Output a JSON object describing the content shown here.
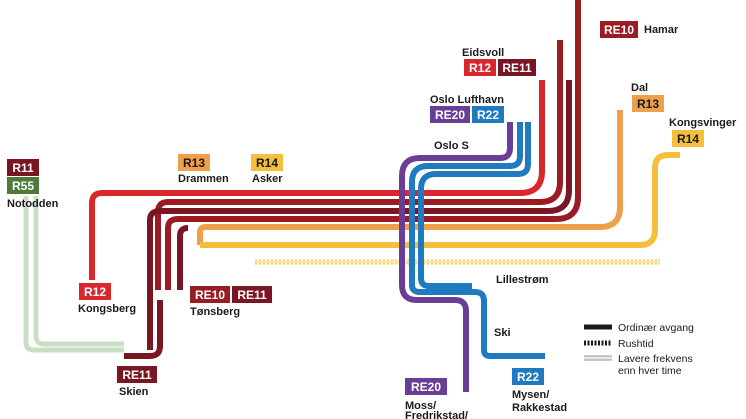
{
  "colors": {
    "r11": "#7a1523",
    "re11": "#7a1523",
    "re10": "#9b1b22",
    "r12": "#d9272e",
    "r13": "#ee9f4a",
    "r14": "#f4bf3a",
    "re20": "#6a3d96",
    "r22": "#1f7ac0",
    "r55": "#4e7a3a",
    "low": "#c9dfc4",
    "dots": "#1a1a1a",
    "background": "#ffffff"
  },
  "places": {
    "hamar": "Hamar",
    "eidsvoll": "Eidsvoll",
    "oslo_lufthavn": "Oslo Lufthavn",
    "dal": "Dal",
    "kongsvinger": "Kongsvinger",
    "oslo_s": "Oslo S",
    "drammen": "Drammen",
    "asker": "Asker",
    "notodden": "Notodden",
    "lillestrom": "Lillestrøm",
    "kongsberg": "Kongsberg",
    "tonsberg": "Tønsberg",
    "skien": "Skien",
    "ski": "Ski",
    "moss_1": "Moss/",
    "moss_2": "Fredrikstad/",
    "mysen_1": "Mysen/",
    "mysen_2": "Rakkestad"
  },
  "lines": {
    "re10": "RE10",
    "r12": "R12",
    "re11": "RE11",
    "r13": "R13",
    "r14": "R14",
    "re20": "RE20",
    "r22": "R22",
    "r11": "R11",
    "r55": "R55"
  },
  "legend": {
    "regular": "Ordinær avgang",
    "rush": "Rushtid",
    "lower_1": "Lavere frekvens",
    "lower_2": "enn hver time"
  }
}
